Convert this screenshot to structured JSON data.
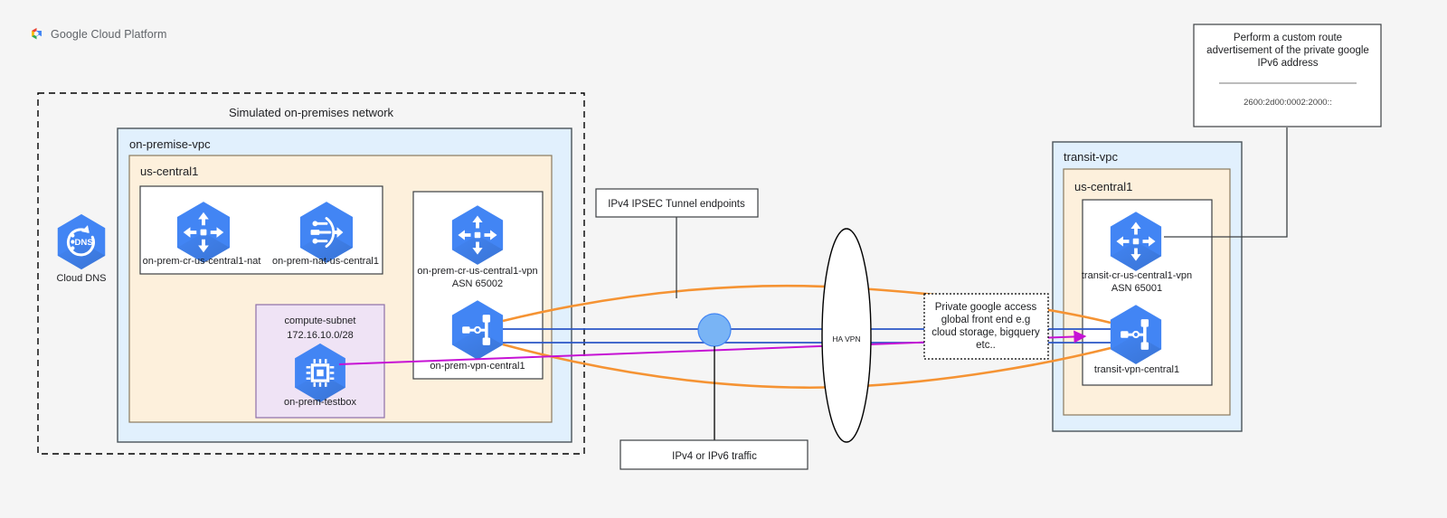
{
  "brand": {
    "wordmark": "Google Cloud Platform",
    "logo_icon": "google-cloud-logo-icon",
    "colors": {
      "red": "#ea4335",
      "blue": "#4285f4",
      "yellow": "#fbbc04",
      "green": "#34a853"
    }
  },
  "palette": {
    "page_bg": "#f5f5f5",
    "vpc_fill": "#e1f0fd",
    "vpc_stroke": "#4a5459",
    "region_fill": "#fdf0dc",
    "region_stroke": "#8a7a5e",
    "group_fill": "#ffffff",
    "group_stroke": "#3c4043",
    "subnet_fill": "#efe3f5",
    "subnet_stroke": "#8e6fa8",
    "gcp_blue": "#4285f4",
    "gcp_blue_dark": "#3b78e7",
    "tunnel_orange": "#f59333",
    "traffic_blue": "#2a56c6",
    "ipv6_purple": "#c612d4",
    "endpoint_circle": "#79b4f5",
    "note_stroke": "#3c4043",
    "dashed_stroke": "#000000",
    "text": "#202124"
  },
  "outer_group": {
    "label": "Simulated on-premises network"
  },
  "cloud_dns": {
    "label": "Cloud DNS",
    "icon": "cloud-dns-icon"
  },
  "on_premise": {
    "vpc_label": "on-premise-vpc",
    "region_label": "us-central1",
    "router_group": {
      "nodes": [
        {
          "id": "on-prem-cr-nat",
          "icon": "cloud-router-icon",
          "label": "on-prem-cr-us-central1-nat"
        },
        {
          "id": "on-prem-nat",
          "icon": "cloud-nat-icon",
          "label": "on-prem-nat-us-central1"
        }
      ]
    },
    "subnet": {
      "name": "compute-subnet",
      "cidr": "172.16.10.0/28",
      "instance": {
        "icon": "compute-instance-icon",
        "label": "on-prem-testbox"
      }
    },
    "vpn_group": {
      "router": {
        "icon": "cloud-router-icon",
        "label": "on-prem-cr-us-central1-vpn",
        "asn": "ASN 65002"
      },
      "gateway": {
        "icon": "vpn-gateway-icon",
        "label": "on-prem-vpn-central1"
      }
    }
  },
  "transit": {
    "vpc_label": "transit-vpc",
    "region_label": "us-central1",
    "router": {
      "icon": "cloud-router-icon",
      "label": "transit-cr-us-central1-vpn",
      "asn": "ASN 65001"
    },
    "gateway": {
      "icon": "vpn-gateway-icon",
      "label": "transit-vpn-central1"
    }
  },
  "ha_vpn": {
    "label": "HA VPN"
  },
  "notes": {
    "ipsec_endpoints": {
      "label": "IPv4 IPSEC Tunnel endpoints"
    },
    "traffic": {
      "label": "IPv4 or IPv6 traffic"
    },
    "private_google_access": {
      "line1": "Private google access",
      "line2": "global front end e.g",
      "line3": "cloud storage, bigquery",
      "line4": "etc.."
    },
    "custom_route": {
      "line1": "Perform a custom route",
      "line2": "advertisement of the private google",
      "line3": "IPv6 address",
      "address": "2600:2d00:0002:2000::"
    }
  }
}
